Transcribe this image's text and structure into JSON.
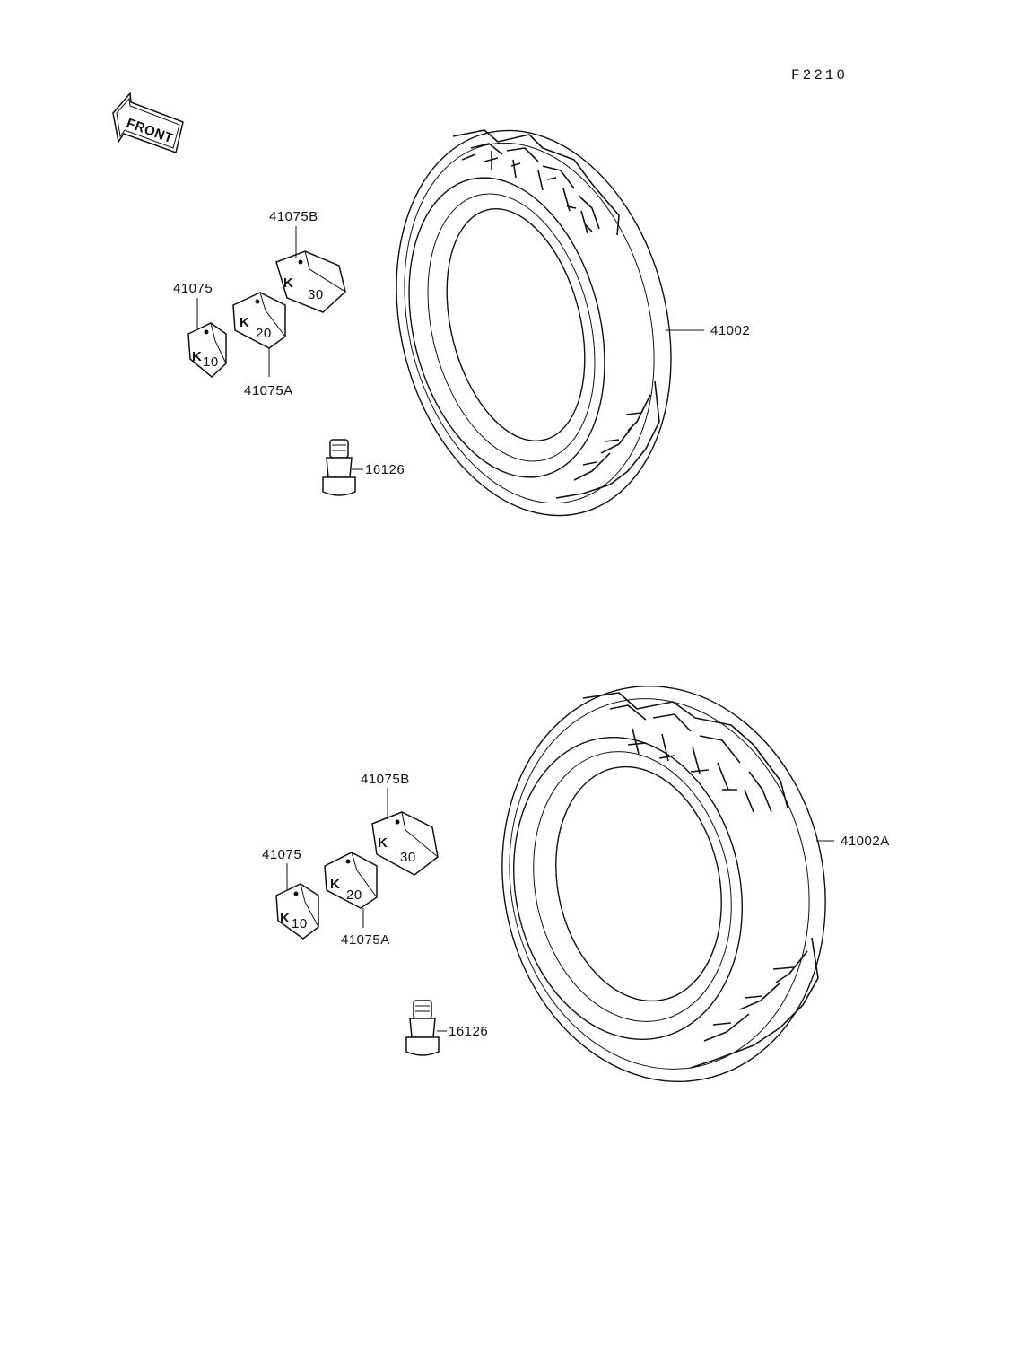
{
  "diagram_code": "F2210",
  "front_arrow_label": "FRONT",
  "front_assembly": {
    "tire_part": "41002",
    "weight_b_part": "41075B",
    "weight_part": "41075",
    "weight_a_part": "41075A",
    "valve_part": "16126",
    "weight_marks": [
      "K",
      "30",
      "K",
      "20",
      "K",
      "10"
    ]
  },
  "rear_assembly": {
    "tire_part": "41002A",
    "weight_b_part": "41075B",
    "weight_part": "41075",
    "weight_a_part": "41075A",
    "valve_part": "16126",
    "weight_marks": [
      "K",
      "30",
      "K",
      "20",
      "K",
      "10"
    ]
  }
}
